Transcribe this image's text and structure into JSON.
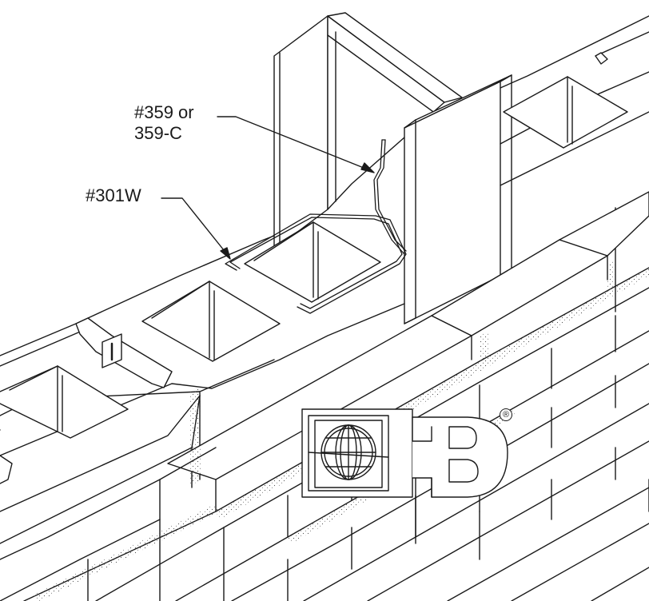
{
  "labels": {
    "tie_line1": "#359 or",
    "tie_line2": "359-C",
    "joint_reinf": "#301W"
  },
  "logo": {
    "trademark": "®",
    "letter": "B"
  },
  "colors": {
    "ink": "#1a1a1a",
    "paper": "#ffffff",
    "mortar_dots": "#555555"
  }
}
